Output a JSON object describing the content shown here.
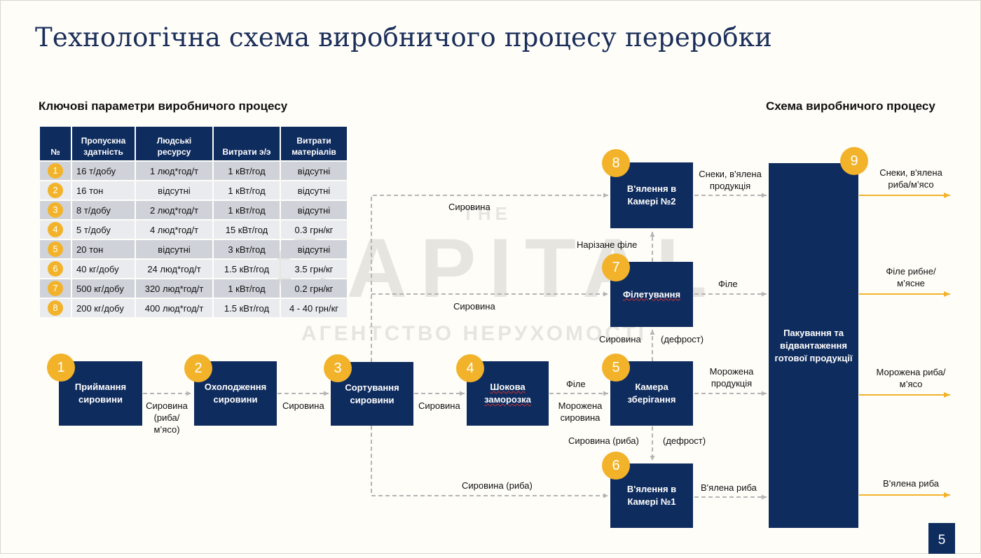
{
  "title": "Технологічна схема виробничого процесу переробки",
  "params_title": "Ключові параметри виробничого процесу",
  "scheme_title": "Схема виробничого процесу",
  "watermark": {
    "line1": "THE",
    "line2": "CAPITAL",
    "line3": "АГЕНТСТВО НЕРУХОМОСТІ"
  },
  "table": {
    "headers": [
      "№",
      "Пропускна здатність",
      "Людські ресурсу",
      "Витрати э/э",
      "Витрати матеріалів"
    ],
    "rows": [
      {
        "n": "1",
        "capacity": "16 т/добу",
        "people": "1 люд*год/т",
        "energy": "1 кВт/год",
        "materials": "відсутні"
      },
      {
        "n": "2",
        "capacity": "16 тон",
        "people": "відсутні",
        "energy": "1 кВт/год",
        "materials": "відсутні"
      },
      {
        "n": "3",
        "capacity": "8 т/добу",
        "people": "2 люд*год/т",
        "energy": "1 кВт/год",
        "materials": "відсутні"
      },
      {
        "n": "4",
        "capacity": "5 т/добу",
        "people": "4 люд*год/т",
        "energy": "15 кВт/год",
        "materials": "0.3 грн/кг"
      },
      {
        "n": "5",
        "capacity": "20 тон",
        "people": "відсутні",
        "energy": "3 кВт/год",
        "materials": "відсутні"
      },
      {
        "n": "6",
        "capacity": "40 кг/добу",
        "people": "24 люд*год/т",
        "energy": "1.5 кВт/год",
        "materials": "3.5 грн/кг"
      },
      {
        "n": "7",
        "capacity": "500 кг/добу",
        "people": "320 люд*год/т",
        "energy": "1 кВт/год",
        "materials": "0.2 грн/кг"
      },
      {
        "n": "8",
        "capacity": "200 кг/добу",
        "people": "400 люд*год/т",
        "energy": "1.5 кВт/год",
        "materials": "4 - 40 грн/кг"
      }
    ]
  },
  "nodes": {
    "n1": {
      "num": "1",
      "label": "Приймання сировини"
    },
    "n2": {
      "num": "2",
      "label": "Охолодження сировини"
    },
    "n3": {
      "num": "3",
      "label": "Сортування сировини"
    },
    "n4": {
      "num": "4",
      "label": "Шокова заморозка"
    },
    "n5": {
      "num": "5",
      "label": "Камера зберігання"
    },
    "n6": {
      "num": "6",
      "label": "В'ялення в Камері №1"
    },
    "n7": {
      "num": "7",
      "label": "Філетування"
    },
    "n8": {
      "num": "8",
      "label": "В'ялення в Камері №2"
    },
    "n9": {
      "num": "9",
      "label": "Пакування та відвантаження готової продукції"
    }
  },
  "edges": {
    "e12": "Сировина (риба/ м’ясо)",
    "e23": "Сировина",
    "e34": "Сировина",
    "e4_file": "Філе",
    "e4_frozen": "Морожена сировина",
    "e3_8": "Сировина",
    "e3_7": "Сировина",
    "e3_6": "Сировина (риба)",
    "e5_7_left": "Сировина",
    "e5_7_right": "(дефрост)",
    "e5_6_left": "Сировина (риба)",
    "e5_6_right": "(дефрост)",
    "e7_8": "Нарізане філе",
    "e8_9": "Снеки, в'ялена продукція",
    "e7_9": "Філе",
    "e5_9": "Морожена продукція",
    "e6_9": "В'ялена риба"
  },
  "outputs": {
    "o1": "Снеки, в'ялена риба/м’ясо",
    "o2": "Філе рибне/м’ясне",
    "o3": "Морожена риба/м’ясо",
    "o4": "В'ялена риба"
  },
  "page_number": "5",
  "colors": {
    "navy": "#0f2c5e",
    "accent": "#f2b32a",
    "dashed_line": "#b5b5b5"
  }
}
